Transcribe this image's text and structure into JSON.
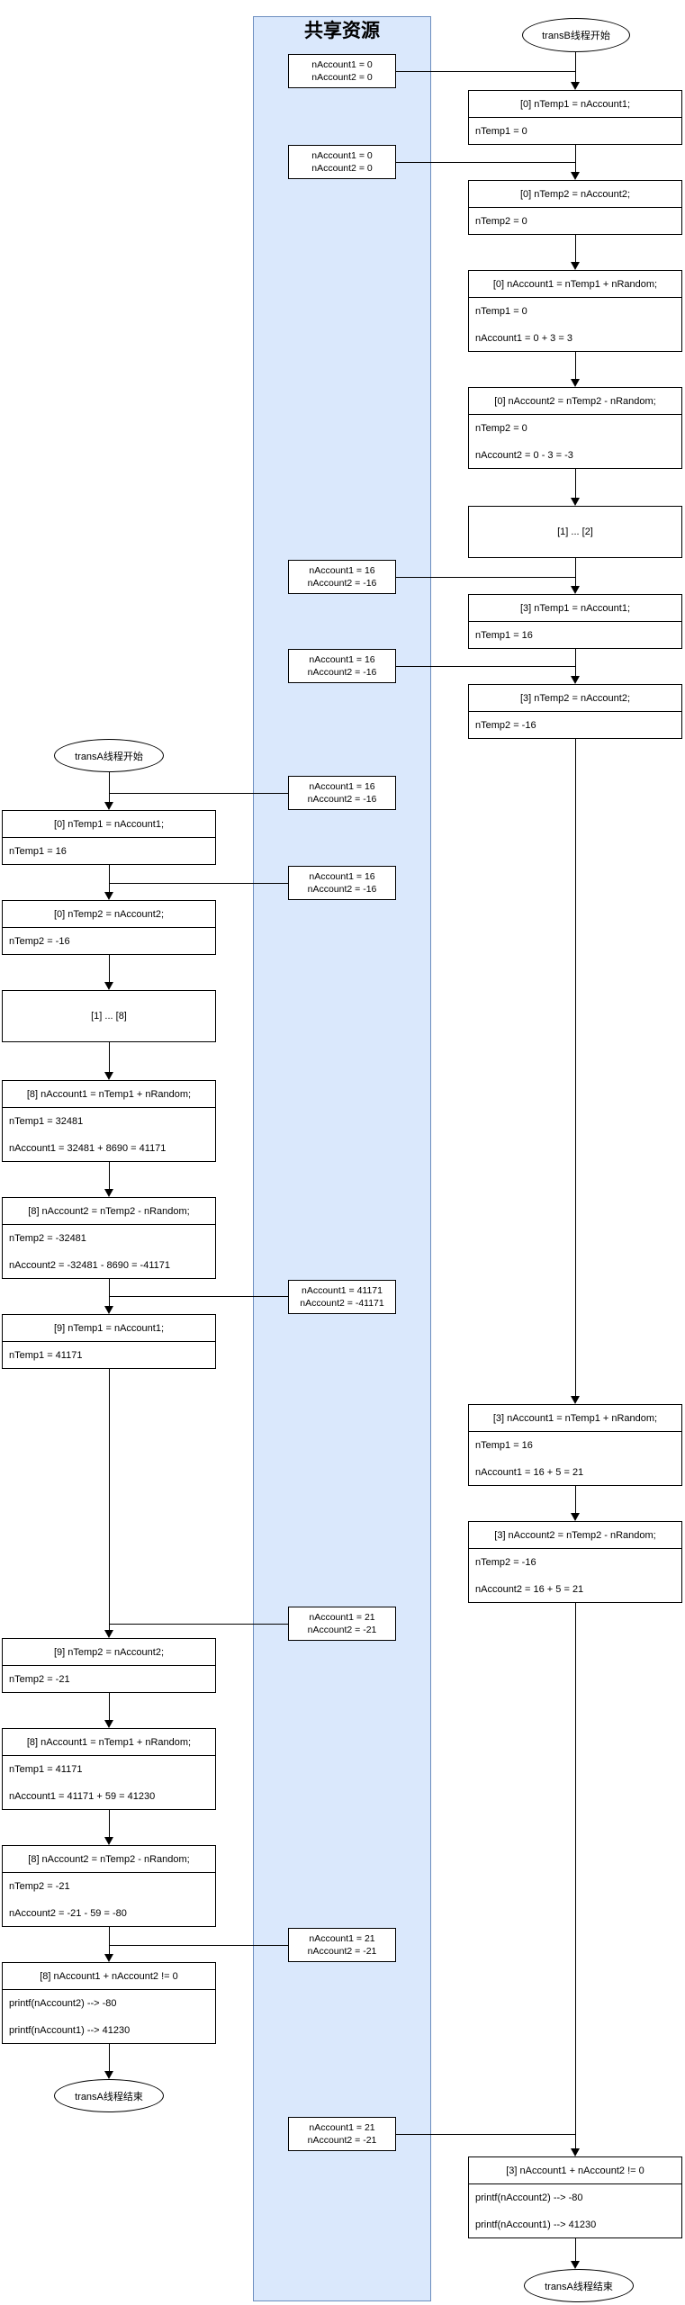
{
  "shared": {
    "title": "共享资源",
    "snapshots": [
      {
        "lines": [
          "nAccount1 = 0",
          "nAccount2 = 0"
        ]
      },
      {
        "lines": [
          "nAccount1 = 0",
          "nAccount2 = 0"
        ]
      },
      {
        "lines": [
          "nAccount1 = 16",
          "nAccount2 = -16"
        ]
      },
      {
        "lines": [
          "nAccount1 = 16",
          "nAccount2 = -16"
        ]
      },
      {
        "lines": [
          "nAccount1 = 16",
          "nAccount2 = -16"
        ]
      },
      {
        "lines": [
          "nAccount1 = 16",
          "nAccount2 = -16"
        ]
      },
      {
        "lines": [
          "nAccount1 = 41171",
          "nAccount2 = -41171"
        ]
      },
      {
        "lines": [
          "nAccount1 = 21",
          "nAccount2 = -21"
        ]
      },
      {
        "lines": [
          "nAccount1 = 21",
          "nAccount2 = -21"
        ]
      },
      {
        "lines": [
          "nAccount1 = 21",
          "nAccount2 = -21"
        ]
      }
    ]
  },
  "threadB": {
    "start": "transB线程开始",
    "end": "transA线程结束",
    "steps": [
      {
        "title": "[0] nTemp1 = nAccount1;",
        "lines": [
          "nTemp1 = 0"
        ]
      },
      {
        "title": "[0] nTemp2 = nAccount2;",
        "lines": [
          "nTemp2 = 0"
        ]
      },
      {
        "title": "[0] nAccount1 = nTemp1 + nRandom;",
        "lines": [
          "nTemp1 = 0",
          "nAccount1 = 0 + 3 = 3"
        ]
      },
      {
        "title": "[0] nAccount2 = nTemp2 - nRandom;",
        "lines": [
          "nTemp2 = 0",
          "nAccount2 = 0 - 3 = -3"
        ]
      },
      {
        "title": "[1]  ... [2]",
        "lines": []
      },
      {
        "title": "[3] nTemp1 = nAccount1;",
        "lines": [
          "nTemp1 = 16"
        ]
      },
      {
        "title": "[3] nTemp2 = nAccount2;",
        "lines": [
          "nTemp2 = -16"
        ]
      },
      {
        "title": "[3] nAccount1 = nTemp1 + nRandom;",
        "lines": [
          "nTemp1 = 16",
          "nAccount1 = 16 + 5 = 21"
        ]
      },
      {
        "title": "[3] nAccount2 = nTemp2 - nRandom;",
        "lines": [
          "nTemp2 = -16",
          "nAccount2 = 16 + 5 = 21"
        ]
      },
      {
        "title": "[3] nAccount1 + nAccount2 != 0",
        "lines": [
          "printf(nAccount2) --> -80",
          "printf(nAccount1) --> 41230"
        ]
      }
    ]
  },
  "threadA": {
    "start": "transA线程开始",
    "end": "transA线程结束",
    "steps": [
      {
        "title": "[0] nTemp1 = nAccount1;",
        "lines": [
          "nTemp1 = 16"
        ]
      },
      {
        "title": "[0] nTemp2 = nAccount2;",
        "lines": [
          "nTemp2 = -16"
        ]
      },
      {
        "title": "[1]  ... [8]",
        "lines": []
      },
      {
        "title": "[8] nAccount1 = nTemp1 + nRandom;",
        "lines": [
          "nTemp1 = 32481",
          "nAccount1 = 32481 + 8690 = 41171"
        ]
      },
      {
        "title": "[8] nAccount2 = nTemp2 - nRandom;",
        "lines": [
          "nTemp2 = -32481",
          "nAccount2 = -32481 - 8690 = -41171"
        ]
      },
      {
        "title": "[9] nTemp1 = nAccount1;",
        "lines": [
          "nTemp1 = 41171"
        ]
      },
      {
        "title": "[9] nTemp2 = nAccount2;",
        "lines": [
          "nTemp2 = -21"
        ]
      },
      {
        "title": "[8] nAccount1 = nTemp1 + nRandom;",
        "lines": [
          "nTemp1 = 41171",
          "nAccount1 = 41171 + 59 = 41230"
        ]
      },
      {
        "title": "[8] nAccount2 = nTemp2 - nRandom;",
        "lines": [
          "nTemp2 = -21",
          "nAccount2 = -21 - 59 = -80"
        ]
      },
      {
        "title": "[8] nAccount1 + nAccount2 != 0",
        "lines": [
          "printf(nAccount2) --> -80",
          "printf(nAccount1) --> 41230"
        ]
      }
    ]
  },
  "colors": {
    "shared_fill": "#dae8fc",
    "shared_border": "#6c8ebf",
    "node_border": "#000000",
    "node_fill": "#ffffff"
  }
}
